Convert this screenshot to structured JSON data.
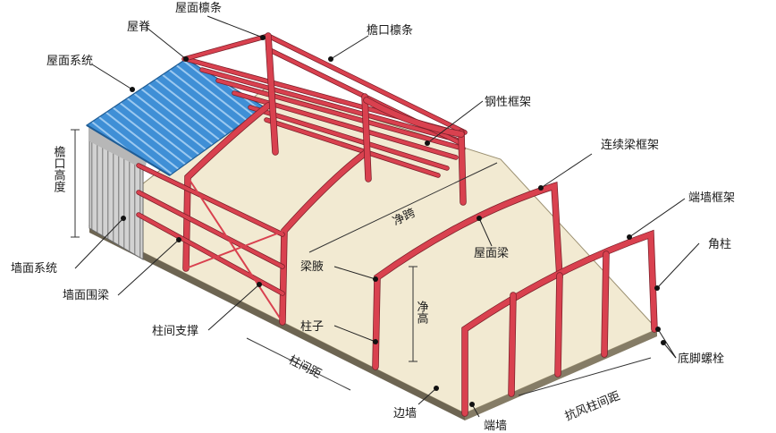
{
  "labels": {
    "roof_purlin": "屋面檩条",
    "ridge": "屋脊",
    "eave_purlin": "檐口檩条",
    "roof_system": "屋面系统",
    "rigid_frame": "钢性框架",
    "eave_height": "檐口高度",
    "continuous_beam_frame": "连续梁框架",
    "clear_span": "净跨",
    "gable_frame": "端墙框架",
    "roof_beam": "屋面梁",
    "corner_column": "角柱",
    "haunch": "梁腋",
    "clear_height": "净高",
    "wall_system": "墙面系统",
    "wall_girt": "墙面围梁",
    "column": "柱子",
    "column_bracing": "柱间支撑",
    "anchor_bolt": "底脚螺栓",
    "bay_spacing": "柱间距",
    "side_wall": "边墙",
    "end_wall": "端墙",
    "wind_column_spacing": "抗风柱间距"
  },
  "colors": {
    "steel": "#d9414f",
    "roof": "#3f8fd6",
    "floor": "#f2ead2",
    "wall": "#c9c9c9"
  }
}
